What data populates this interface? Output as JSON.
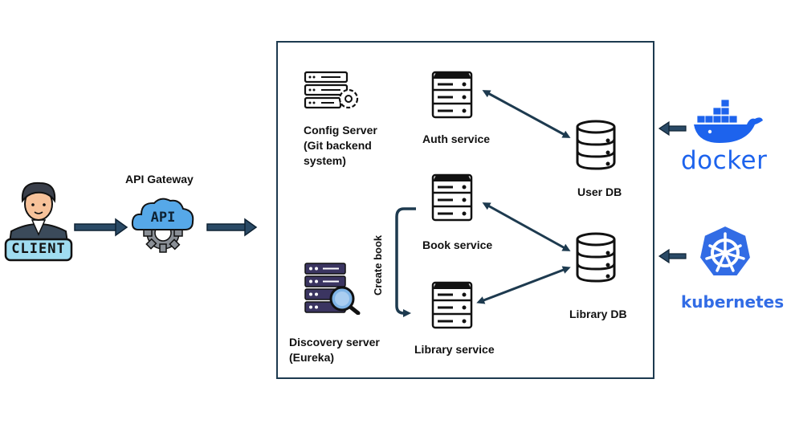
{
  "labels": {
    "api_gateway": "API Gateway",
    "client_badge": "CLIENT",
    "api_badge": "API",
    "config_server": [
      "Config Server",
      "(Git backend",
      "system)"
    ],
    "auth_service": "Auth service",
    "user_db": "User DB",
    "book_service": "Book service",
    "library_db": "Library DB",
    "library_service": "Library service",
    "discovery_server": [
      "Discovery server",
      "(Eureka)"
    ],
    "create_book": "Create book",
    "docker": "docker",
    "kubernetes": "kubernetes"
  },
  "colors": {
    "arrow": "#1d3a4f",
    "box_border": "#1d3a4f",
    "docker_blue": "#1d63ed",
    "k8s_blue": "#326ce5",
    "cloud_blue": "#56a8e8",
    "client_badge": "#9fdcf0"
  },
  "icons": {
    "client": "user-avatar-icon",
    "api_gateway": "api-cloud-gear-icon",
    "config_server": "server-gear-icon",
    "auth_service": "server-rack-icon",
    "book_service": "server-rack-icon",
    "library_service": "server-rack-icon",
    "user_db": "database-icon",
    "library_db": "database-icon",
    "discovery_server": "server-search-icon",
    "docker": "docker-whale-icon",
    "kubernetes": "kubernetes-wheel-icon"
  }
}
